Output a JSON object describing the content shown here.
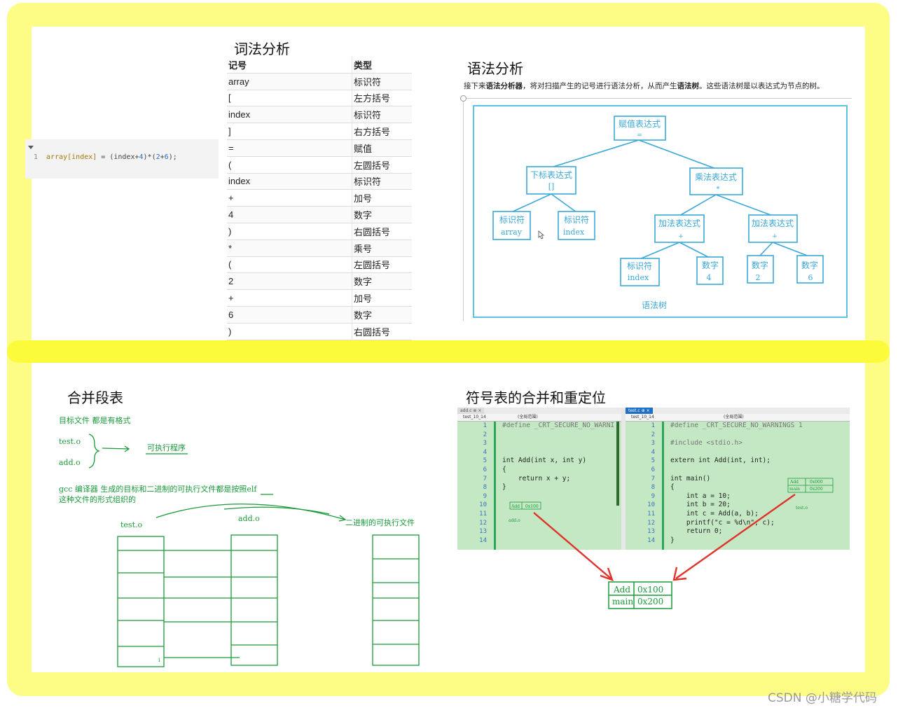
{
  "lexical": {
    "title": "词法分析",
    "code": {
      "line_no": "1",
      "text_ident": "array[index]",
      "text_mid": " = (index+",
      "n1": "4",
      "text_mid2": ")*(",
      "n2": "2",
      "plus": "+",
      "n3": "6",
      "tail": ");"
    },
    "table": {
      "headers": [
        "记号",
        "类型"
      ],
      "rows": [
        [
          "array",
          "标识符"
        ],
        [
          "[",
          "左方括号"
        ],
        [
          "index",
          "标识符"
        ],
        [
          "]",
          "右方括号"
        ],
        [
          "=",
          "赋值"
        ],
        [
          "(",
          "左圆括号"
        ],
        [
          "index",
          "标识符"
        ],
        [
          "+",
          "加号"
        ],
        [
          "4",
          "数字"
        ],
        [
          ")",
          "右圆括号"
        ],
        [
          "*",
          "乘号"
        ],
        [
          "(",
          "左圆括号"
        ],
        [
          "2",
          "数字"
        ],
        [
          "+",
          "加号"
        ],
        [
          "6",
          "数字"
        ],
        [
          ")",
          "右圆括号"
        ]
      ]
    }
  },
  "syntax": {
    "title": "语法分析",
    "desc_a": "接下来",
    "desc_b": "语法分析器",
    "desc_c": "，将对扫描产生的记号进行语法分析，从而产生",
    "desc_d": "语法树",
    "desc_e": "。这些语法树是以表达式为节点的树。",
    "caption": "语法树",
    "nodes": {
      "assign": {
        "label": "赋值表达式",
        "op": "="
      },
      "subscript": {
        "label": "下标表达式",
        "op": "[]"
      },
      "mul": {
        "label": "乘法表达式",
        "op": "*"
      },
      "id_array": {
        "label": "标识符",
        "val": "array"
      },
      "id_index1": {
        "label": "标识符",
        "val": "index"
      },
      "add1": {
        "label": "加法表达式",
        "op": "+"
      },
      "add2": {
        "label": "加法表达式",
        "op": "+"
      },
      "id_index2": {
        "label": "标识符",
        "val": "index"
      },
      "num4": {
        "label": "数字",
        "val": "4"
      },
      "num2": {
        "label": "数字",
        "val": "2"
      },
      "num6": {
        "label": "数字",
        "val": "6"
      }
    }
  },
  "merge": {
    "title": "合并段表",
    "note1": "目标文件 都是有格式",
    "file1": "test.o",
    "file2": "add.o",
    "exe": "可执行程序",
    "note2": "gcc 编译器 生成的目标和二进制的可执行文件都是按照elf",
    "note3": "这种文件的形式组织的",
    "label_test": "test.o",
    "label_add": "add.o",
    "label_bin": "二进制的可执行文件",
    "small_mark": "i"
  },
  "symbols": {
    "title": "符号表的合并和重定位",
    "left_tab": "add.c  ⊕ ×",
    "right_tab": "test.c  ⊕ ×",
    "left_proj": "test_10_14",
    "right_proj": "test_10_14",
    "scope": "(全局范围)",
    "left_code": [
      {
        "n": "1",
        "t": "#define _CRT_SECURE_NO_WARNI"
      },
      {
        "n": "2",
        "t": ""
      },
      {
        "n": "3",
        "t": ""
      },
      {
        "n": "4",
        "t": ""
      },
      {
        "n": "5",
        "t": "int Add(int x, int y)"
      },
      {
        "n": "6",
        "t": "{"
      },
      {
        "n": "7",
        "t": "    return x + y;"
      },
      {
        "n": "8",
        "t": "}"
      },
      {
        "n": "9",
        "t": ""
      },
      {
        "n": "10",
        "t": ""
      },
      {
        "n": "11",
        "t": ""
      },
      {
        "n": "12",
        "t": ""
      },
      {
        "n": "13",
        "t": ""
      },
      {
        "n": "14",
        "t": ""
      }
    ],
    "right_code": [
      {
        "n": "1",
        "t": "#define _CRT_SECURE_NO_WARNINGS 1"
      },
      {
        "n": "2",
        "t": ""
      },
      {
        "n": "3",
        "t": "#include <stdio.h>"
      },
      {
        "n": "4",
        "t": ""
      },
      {
        "n": "5",
        "t": "extern int Add(int, int);"
      },
      {
        "n": "6",
        "t": ""
      },
      {
        "n": "7",
        "t": "int main()"
      },
      {
        "n": "8",
        "t": "{"
      },
      {
        "n": "9",
        "t": "    int a = 10;"
      },
      {
        "n": "10",
        "t": "    int b = 20;"
      },
      {
        "n": "11",
        "t": "    int c = Add(a, b);"
      },
      {
        "n": "12",
        "t": "    printf(\"c = %d\\n\", c);"
      },
      {
        "n": "13",
        "t": "    return 0;"
      },
      {
        "n": "14",
        "t": "}"
      }
    ],
    "left_mini": {
      "name": "Add",
      "addr": "0x100",
      "file": "add.o"
    },
    "right_mini": {
      "name1": "Add",
      "addr1": "0x000",
      "name2": "main",
      "addr2": "0x200",
      "file": "test.o"
    },
    "merged": {
      "name1": "Add",
      "addr1": "0x100",
      "name2": "main",
      "addr2": "0x200"
    }
  },
  "watermark": "CSDN @小糖学代码",
  "colors": {
    "frame": "#fdfd85",
    "divider": "#fbfb3c",
    "tree": "#5bc4e6",
    "ink": "#1a9a3a",
    "arrow": "#e0332a"
  }
}
